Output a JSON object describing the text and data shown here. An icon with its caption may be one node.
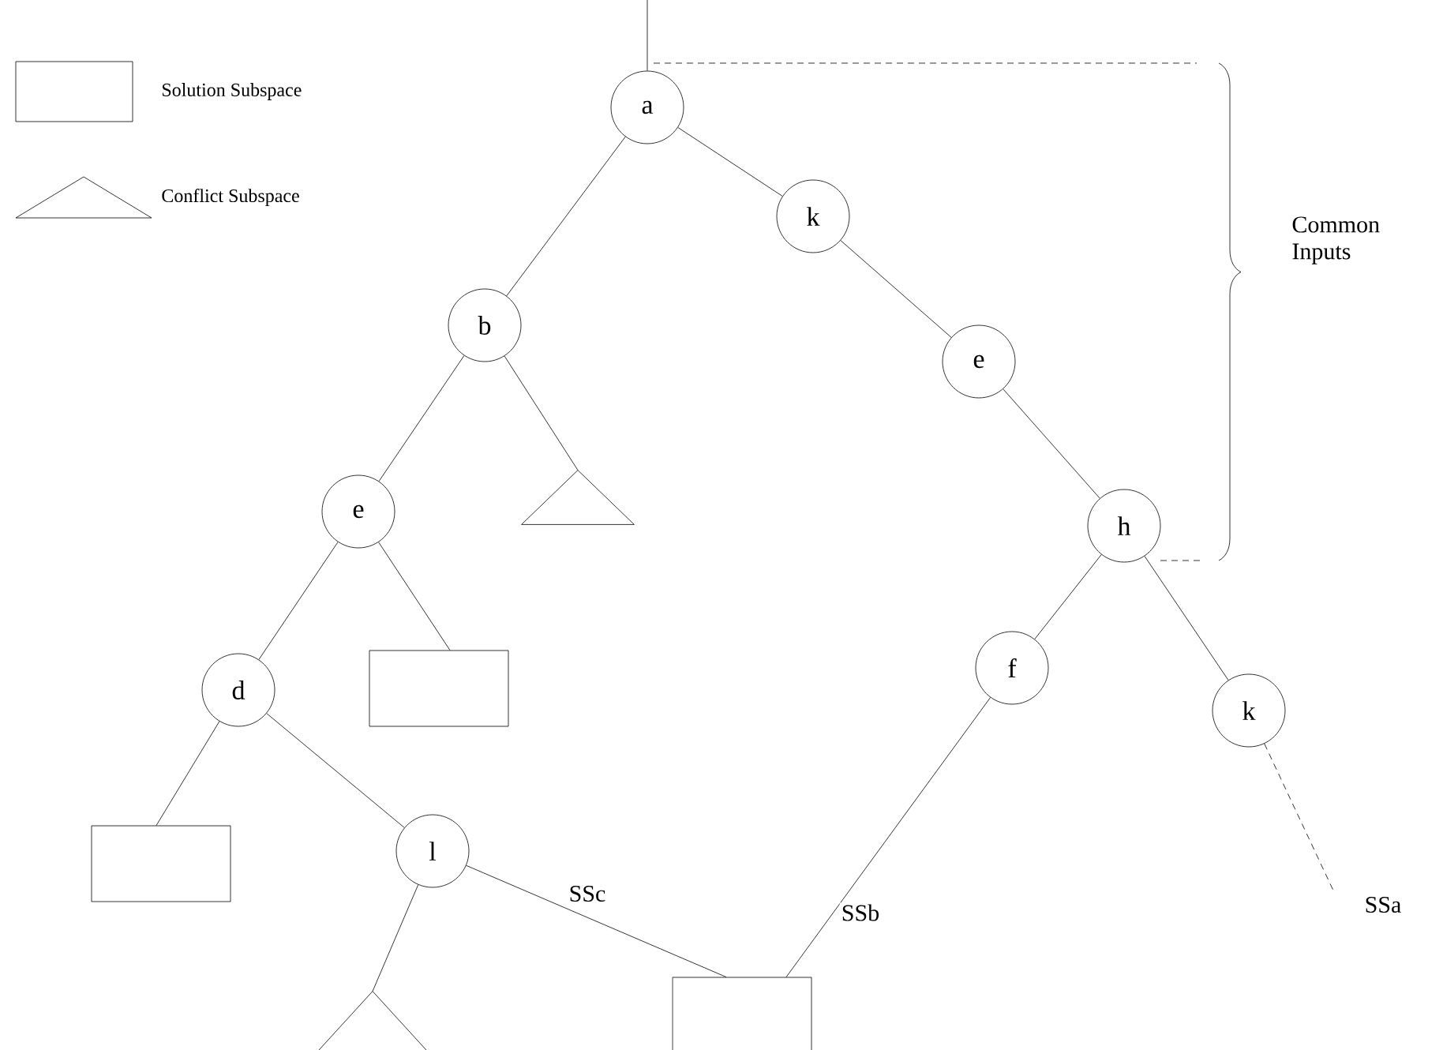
{
  "diagram": {
    "nodes": [
      {
        "text": [
          "a"
        ]
      },
      {
        "text": [
          "k"
        ]
      },
      {
        "text": [
          "b"
        ]
      },
      {
        "text": [
          "e"
        ]
      },
      {
        "text": [],
        "shape": "triangle"
      },
      {
        "text": [
          "e"
        ]
      },
      {
        "text": [
          "h"
        ]
      },
      {
        "text": [],
        "shape": "box"
      },
      {
        "text": [
          "d"
        ]
      },
      {
        "text": [
          "f"
        ]
      },
      {
        "text": [
          "k"
        ]
      },
      {
        "text": [],
        "shape": "box"
      },
      {
        "text": [
          "l"
        ]
      },
      {
        "text": [],
        "shape": "box"
      },
      {
        "text": [],
        "shape": "triangle"
      }
    ],
    "edges": [
      {
        "from": null,
        "to": 0,
        "arrow": "none"
      },
      {
        "from": 0,
        "to": 2,
        "arrow": "none"
      },
      {
        "from": 0,
        "to": 1,
        "arrow": "none"
      },
      {
        "from": 1,
        "to": 3,
        "arrow": "none"
      },
      {
        "from": 3,
        "to": 6,
        "arrow": "none"
      },
      {
        "from": 2,
        "to": 5,
        "arrow": "none"
      },
      {
        "from": 2,
        "to": 4,
        "arrow": "none"
      },
      {
        "from": 5,
        "to": 8,
        "arrow": "none"
      },
      {
        "from": 5,
        "to": 7,
        "arrow": "none"
      },
      {
        "from": 8,
        "to": 11,
        "arrow": "none"
      },
      {
        "from": 8,
        "to": 12,
        "arrow": "none"
      },
      {
        "from": 6,
        "to": 9,
        "arrow": "none"
      },
      {
        "from": 6,
        "to": 10,
        "arrow": "none"
      },
      {
        "from": 12,
        "to": 14,
        "arrow": "none"
      },
      {
        "from": 12,
        "to": 13,
        "arrow": "none",
        "label": "SSc"
      },
      {
        "from": 9,
        "to": 13,
        "arrow": "none",
        "label": "SSb"
      },
      {
        "from": 10,
        "to": null,
        "arrow": "none",
        "style": "dashed",
        "label": "SSa"
      }
    ],
    "labels": [
      "Common Inputs"
    ],
    "legend": [
      {
        "text": "Solution Subspace"
      },
      {
        "text": "Conflict Subspace"
      }
    ]
  }
}
